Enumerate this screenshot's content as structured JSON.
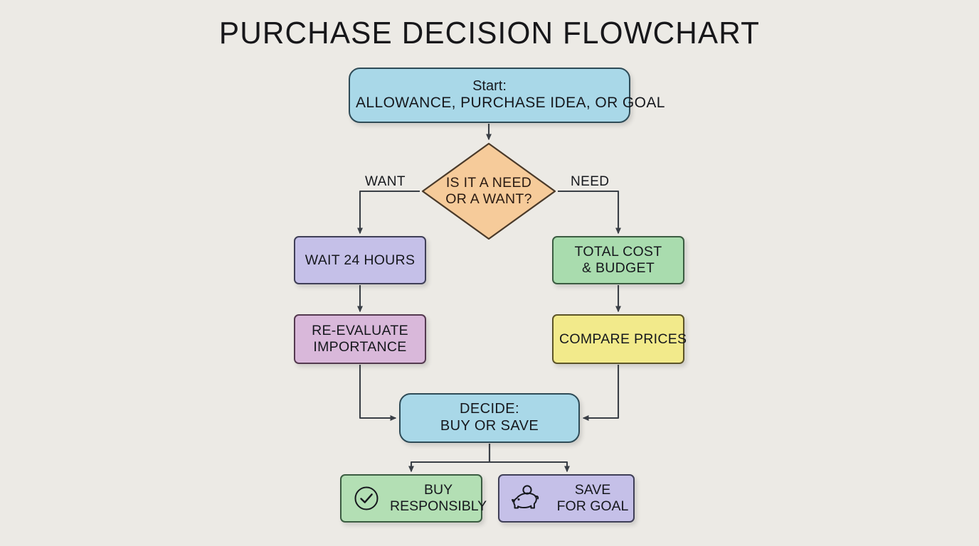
{
  "title": "PURCHASE DECISION FLOWCHART",
  "colors": {
    "background": "#eceae5",
    "start_fill": "#a9d8e8",
    "decision_fill": "#f6cb9a",
    "wait_fill": "#c5c0e8",
    "reevaluate_fill": "#d9b8da",
    "totalcost_fill": "#a9dcae",
    "compare_fill": "#f2ea8b",
    "decide_fill": "#a9d8e8",
    "buy_fill": "#b3dfb4",
    "save_fill": "#c5c0e8",
    "stroke": "#3d4450",
    "connector": "#3a3f46"
  },
  "nodes": {
    "start": {
      "line1": "Start:",
      "line2": "ALLOWANCE, PURCHASE IDEA, OR GOAL"
    },
    "decision": {
      "line1": "IS IT A NEED",
      "line2": "OR A WANT?"
    },
    "wait": {
      "line1": "WAIT 24 HOURS"
    },
    "reevaluate": {
      "line1": "RE-EVALUATE",
      "line2": "IMPORTANCE"
    },
    "total_cost": {
      "line1": "TOTAL COST",
      "line2": "& BUDGET"
    },
    "compare": {
      "line1": "COMPARE PRICES"
    },
    "decide": {
      "line1": "DECIDE:",
      "line2": "BUY OR SAVE"
    },
    "buy": {
      "line1": "BUY",
      "line2": "RESPONSIBLY",
      "icon": "check-circle-icon"
    },
    "save": {
      "line1": "SAVE",
      "line2": "FOR GOAL",
      "icon": "piggy-bank-icon"
    }
  },
  "edges": {
    "want_label": "WANT",
    "need_label": "NEED"
  }
}
